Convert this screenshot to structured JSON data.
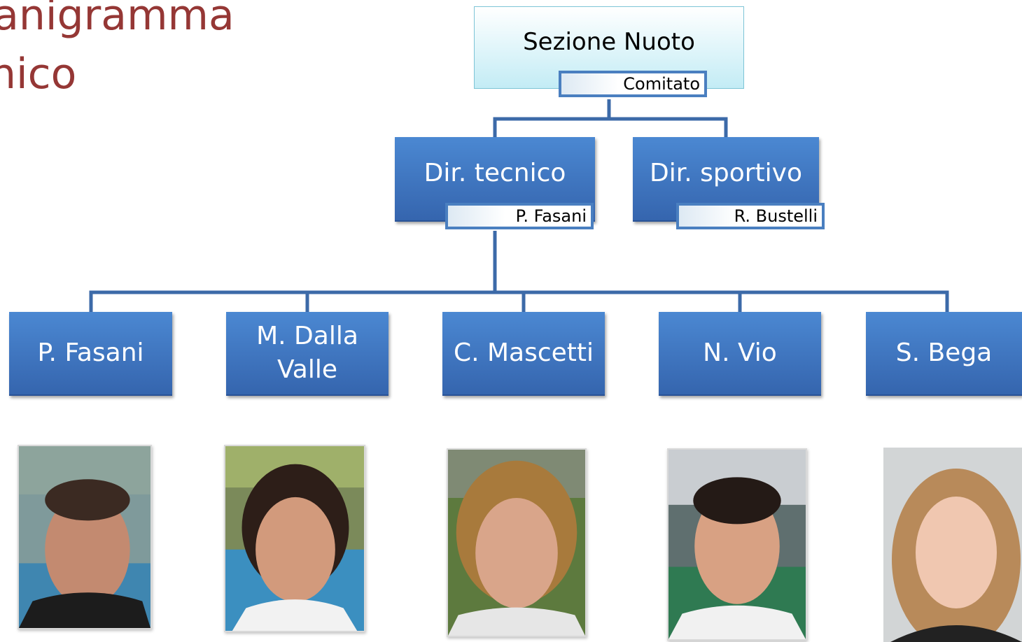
{
  "title": {
    "line1": "ganigramma",
    "line2": "cnico"
  },
  "root": {
    "label": "Sezione Nuoto",
    "sub": "Comitato"
  },
  "directors": [
    {
      "label": "Dir. tecnico",
      "name": "P. Fasani"
    },
    {
      "label": "Dir. sportivo",
      "name": "R. Bustelli"
    }
  ],
  "coaches": [
    {
      "label": "P. Fasani"
    },
    {
      "label": "M. Dalla Valle"
    },
    {
      "label": "C. Mascetti"
    },
    {
      "label": "N. Vio"
    },
    {
      "label": "S. Bega"
    }
  ],
  "colors": {
    "box": "#3a73be",
    "title": "#953735",
    "connector": "#3c6aa8"
  }
}
